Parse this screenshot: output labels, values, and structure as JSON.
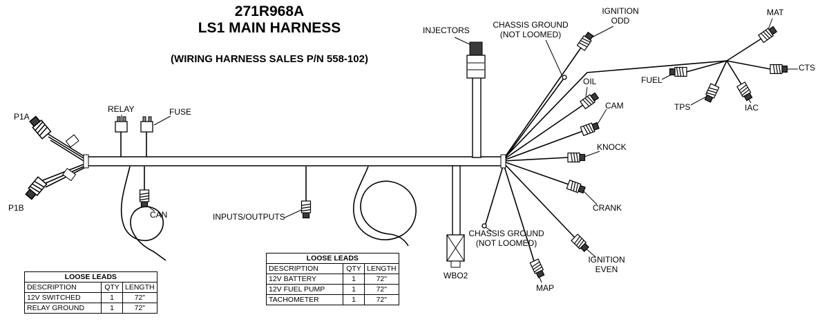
{
  "title": {
    "line1": "271R968A",
    "line2": "LS1 MAIN HARNESS",
    "line3": "(WIRING HARNESS SALES P/N 558-102)"
  },
  "labels": {
    "p1a": "P1A",
    "p1b": "P1B",
    "relay": "RELAY",
    "fuse": "FUSE",
    "can": "CAN",
    "inputs_outputs": "INPUTS/OUTPUTS",
    "injectors": "INJECTORS",
    "wbo2": "WBO2",
    "chassis_ground_top": "CHASSIS GROUND\n(NOT LOOMED)",
    "chassis_ground_bottom": "CHASSIS GROUND\n(NOT LOOMED)",
    "ignition_odd": "IGNITION\nODD",
    "ignition_even": "IGNITION\nEVEN",
    "oil": "OIL",
    "cam": "CAM",
    "knock": "KNOCK",
    "crank": "CRANK",
    "map": "MAP",
    "mat": "MAT",
    "cts": "CTS",
    "fuel": "FUEL",
    "tps": "TPS",
    "iac": "IAC"
  },
  "loose_leads_left": {
    "title": "LOOSE LEADS",
    "headers": [
      "DESCRIPTION",
      "QTY",
      "LENGTH"
    ],
    "rows": [
      [
        "12V SWITCHED",
        "1",
        "72\""
      ],
      [
        "RELAY GROUND",
        "1",
        "72\""
      ]
    ]
  },
  "loose_leads_center": {
    "title": "LOOSE LEADS",
    "headers": [
      "DESCRIPTION",
      "QTY",
      "LENGTH"
    ],
    "rows": [
      [
        "12V BATTERY",
        "1",
        "72\""
      ],
      [
        "12V FUEL PUMP",
        "1",
        "72\""
      ],
      [
        "TACHOMETER",
        "1",
        "72\""
      ]
    ]
  },
  "colors": {
    "line": "#000000",
    "background": "#ffffff",
    "connector_cap": "#3a3a3a"
  }
}
